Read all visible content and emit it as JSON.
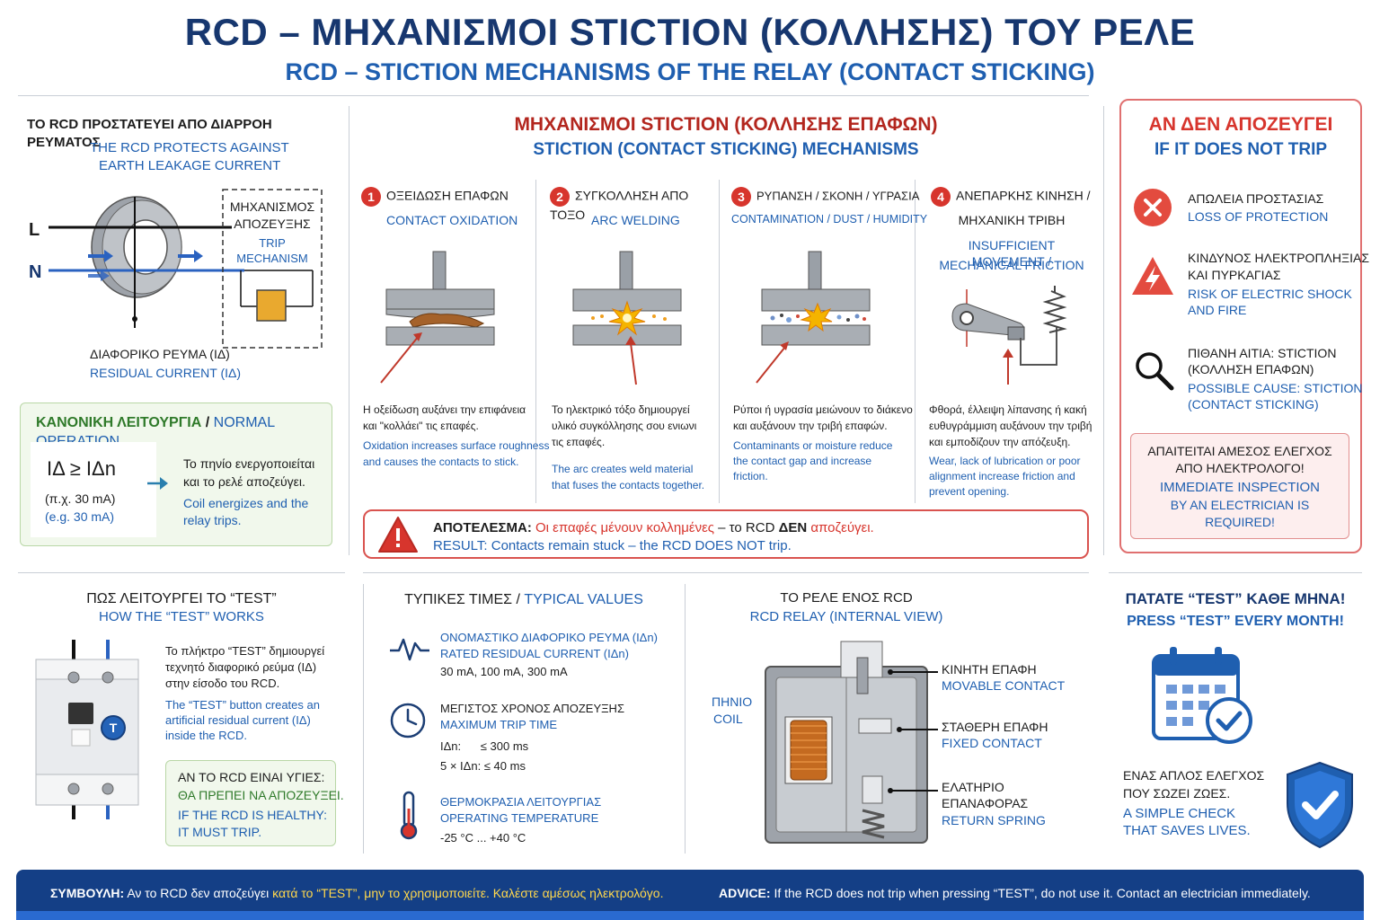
{
  "header": {
    "title": "RCD – ΜΗΧΑΝΙΣΜΟΙ STICTION (ΚΟΛΛΗΣΗΣ) ΤΟΥ ΡΕΛΕ",
    "subtitle": "RCD – STICTION MECHANISMS OF THE RELAY (CONTACT STICKING)"
  },
  "protect": {
    "title_gr": "ΤΟ RCD ΠΡΟΣΤΑΤΕΥΕΙ ΑΠΟ ΔΙΑΡΡΟΗ ΡΕΥΜΑΤΟΣ",
    "title_en1": "THE RCD PROTECTS AGAINST",
    "title_en2": "EARTH LEAKAGE CURRENT",
    "label_l": "L",
    "label_n": "N",
    "mech_gr1": "ΜΗΧΑΝΙΣΜΟΣ",
    "mech_gr2": "ΑΠΟΖΕΥΞΗΣ",
    "mech_en": "TRIP MECHANISM",
    "residual_gr": "ΔΙΑΦΟΡΙΚΟ ΡΕΥΜΑ (IΔ)",
    "residual_en": "RESIDUAL CURRENT (IΔ)"
  },
  "normal": {
    "title_gr": "ΚΑΝΟΝΙΚΗ ΛΕΙΤΟΥΡΓΙΑ",
    "sep": " / ",
    "title_en": "NORMAL OPERATION",
    "formula": "IΔ ≥ IΔn",
    "example_gr": "(π.χ. 30 mA)",
    "example_en": "(e.g. 30 mA)",
    "desc_gr1": "Το πηνίο ενεργοποιείται",
    "desc_gr2": "και το ρελέ αποζεύγει.",
    "desc_en1": "Coil energizes and the",
    "desc_en2": "relay trips."
  },
  "mechanisms": {
    "title_gr": "ΜΗΧΑΝΙΣΜΟΙ STICTION (ΚΟΛΛΗΣΗΣ ΕΠΑΦΩΝ)",
    "title_en": "STICTION (CONTACT STICKING) MECHANISMS",
    "items": [
      {
        "num": "1",
        "title_gr": "ΟΞΕΙΔΩΣΗ ΕΠΑΦΩΝ",
        "title_en": "CONTACT OXIDATION",
        "desc_gr1": "Η οξείδωση αυξάνει την επιφάνεια",
        "desc_gr2": "και \"κολλάει\" τις επαφές.",
        "desc_gr3": "",
        "desc_en1": "Oxidation increases surface roughness",
        "desc_en2": "and causes the contacts to stick.",
        "desc_en3": ""
      },
      {
        "num": "2",
        "title_gr": "ΣΥΓΚΟΛΛΗΣΗ ΑΠΟ ΤΟΞΟ",
        "title_en": "ARC WELDING",
        "desc_gr1": "Το ηλεκτρικό τόξο δημιουργεί",
        "desc_gr2": "υλικό συγκόλλησης σου ενιωνι",
        "desc_gr3": "τις επαφές.",
        "desc_en1": "The arc creates weld material",
        "desc_en2": "that fuses the contacts together.",
        "desc_en3": ""
      },
      {
        "num": "3",
        "title_gr": "ΡΥΠΑΝΣΗ / ΣΚΟΝΗ / ΥΓΡΑΣΙΑ",
        "title_en": "CONTAMINATION / DUST / HUMIDITY",
        "desc_gr1": "Ρύποι ή υγρασία μειώνουν το διάκενο",
        "desc_gr2": "και αυξάνουν την τριβή επαφών.",
        "desc_gr3": "",
        "desc_en1": "Contaminants or moisture reduce",
        "desc_en2": "the contact gap and increase",
        "desc_en3": "friction."
      },
      {
        "num": "4",
        "title_gr": "ΑΝΕΠΑΡΚΗΣ ΚΙΝΗΣΗ /",
        "title_gr2": "ΜΗΧΑΝΙΚΗ ΤΡΙΒΗ",
        "title_en": "INSUFFICIENT MOVEMENT /",
        "title_en2": "MECHANICAL FRICTION",
        "desc_gr1": "Φθορά, έλλειψη λίπανσης ή κακή",
        "desc_gr2": "ευθυγράμμιση αυξάνουν την τριβή",
        "desc_gr3": "και εμποδίζουν την απόζευξη.",
        "desc_en1": "Wear, lack of lubrication or poor",
        "desc_en2": "alignment increase friction and",
        "desc_en3": "prevent opening."
      }
    ],
    "result_label": "ΑΠΟΤΕΛΕΣΜΑ:",
    "result_gr1": " Οι επαφές μένουν κολλημένες",
    "result_gr2": " – το RCD ",
    "result_gr3": "ΔΕΝ",
    "result_gr4": " αποζεύγει.",
    "result_en": "RESULT: Contacts remain stuck – the RCD DOES NOT trip."
  },
  "notrip": {
    "title_gr": "ΑΝ ΔΕΝ ΑΠΟΖΕΥΓΕΙ",
    "title_en": "IF IT DOES NOT TRIP",
    "items": [
      {
        "gr1": "ΑΠΩΛΕΙΑ ΠΡΟΣΤΑΣΙΑΣ",
        "gr2": "",
        "en1": "LOSS OF PROTECTION",
        "en2": ""
      },
      {
        "gr1": "ΚΙΝΔΥΝΟΣ ΗΛΕΚΤΡΟΠΛΗΞΙΑΣ",
        "gr2": "ΚΑΙ ΠΥΡΚΑΓΙΑΣ",
        "en1": "RISK OF ELECTRIC SHOCK",
        "en2": "AND FIRE"
      },
      {
        "gr1": "ΠΙΘΑΝΗ ΑΙΤΙΑ: STICTION",
        "gr2": "(ΚΟΛΛΗΣΗ ΕΠΑΦΩΝ)",
        "en1": "POSSIBLE CAUSE: STICTION",
        "en2": "(CONTACT STICKING)"
      }
    ],
    "action_gr1": "ΑΠΑΙΤΕΙΤΑΙ ΑΜΕΣΟΣ ΕΛΕΓΧΟΣ",
    "action_gr2": "ΑΠΟ ΗΛΕΚΤΡΟΛΟΓΟ!",
    "action_en1": "IMMEDIATE INSPECTION",
    "action_en2": "BY AN ELECTRICIAN IS",
    "action_en3": "REQUIRED!"
  },
  "test": {
    "title_gr": "ΠΩΣ ΛΕΙΤΟΥΡΓΕΙ ΤΟ “TEST”",
    "title_en": "HOW THE “TEST” WORKS",
    "button_label": "T",
    "desc_gr1": "Το πλήκτρο “TEST” δημιουργεί",
    "desc_gr2": "τεχνητό διαφορικό ρεύμα (IΔ)",
    "desc_gr3": "στην είσοδο του RCD.",
    "desc_en1": "The “TEST” button creates an",
    "desc_en2": "artificial residual current (IΔ)",
    "desc_en3": "inside the RCD.",
    "healthy_gr1": "ΑΝ ΤΟ RCD ΕΙΝΑΙ ΥΓΙΕΣ:",
    "healthy_gr2": "ΘΑ ΠΡΕΠΕΙ ΝΑ ΑΠΟΖΕΥΞΕΙ.",
    "healthy_en1": "IF THE RCD IS HEALTHY:",
    "healthy_en2": "IT MUST TRIP."
  },
  "typical": {
    "title_gr": "ΤΥΠΙΚΕΣ ΤΙΜΕΣ",
    "sep": " / ",
    "title_en": "TYPICAL VALUES",
    "rated_gr": "ΟΝΟΜΑΣΤΙΚΟ ΔΙΑΦΟΡΙΚΟ ΡΕΥΜΑ (IΔn)",
    "rated_en": "RATED RESIDUAL CURRENT (IΔn)",
    "rated_val": "30 mA, 100 mA, 300 mA",
    "time_gr": "ΜΕΓΙΣΤΟΣ ΧΡΟΝΟΣ ΑΠΟΖΕΥΞΗΣ",
    "time_en": "MAXIMUM TRIP TIME",
    "time_val1": "IΔn:      ≤ 300 ms",
    "time_val2": "5 × IΔn: ≤ 40 ms",
    "temp_gr": "ΘΕΡΜΟΚΡΑΣΙΑ ΛΕΙΤΟΥΡΓΙΑΣ",
    "temp_en": "OPERATING TEMPERATURE",
    "temp_val": "-25 °C ... +40 °C"
  },
  "relay": {
    "title_gr": "ΤΟ ΡΕΛΕ ΕΝΟΣ RCD",
    "title_en": "RCD RELAY (INTERNAL VIEW)",
    "coil_gr": "ΠΗΝΙΟ",
    "coil_en": "COIL",
    "movable_gr": "ΚΙΝΗΤΗ ΕΠΑΦΗ",
    "movable_en": "MOVABLE CONTACT",
    "fixed_gr": "ΣΤΑΘΕΡΗ ΕΠΑΦΗ",
    "fixed_en": "FIXED CONTACT",
    "spring_gr1": "ΕΛΑΤΗΡΙΟ",
    "spring_gr2": "ΕΠΑΝΑΦΟΡΑΣ",
    "spring_en": "RETURN SPRING"
  },
  "monthly": {
    "title_gr": "ΠΑΤΑΤΕ “TEST” ΚΑΘΕ ΜΗΝΑ!",
    "title_en": "PRESS “TEST” EVERY MONTH!",
    "check_gr1": "ΕΝΑΣ ΑΠΛΟΣ ΕΛΕΓΧΟΣ",
    "check_gr2": "ΠΟΥ ΣΩΖΕΙ ΖΩΕΣ.",
    "check_en1": "A SIMPLE CHECK",
    "check_en2": "THAT SAVES LIVES."
  },
  "footer": {
    "advice_label_gr": "ΣΥΜΒΟΥΛΗ:",
    "advice_gr1": " Αν το RCD δεν αποζεύγει ",
    "advice_gr2": "κατά το “TEST”, ",
    "advice_gr3": "μην το χρησιμοποιείτε. Καλέστε αμέσως ηλεκτρολόγο.",
    "advice_label_en": "ADVICE:",
    "advice_en": " If the RCD does not trip when pressing “TEST”, do not use it. Contact an electrician immediately."
  }
}
